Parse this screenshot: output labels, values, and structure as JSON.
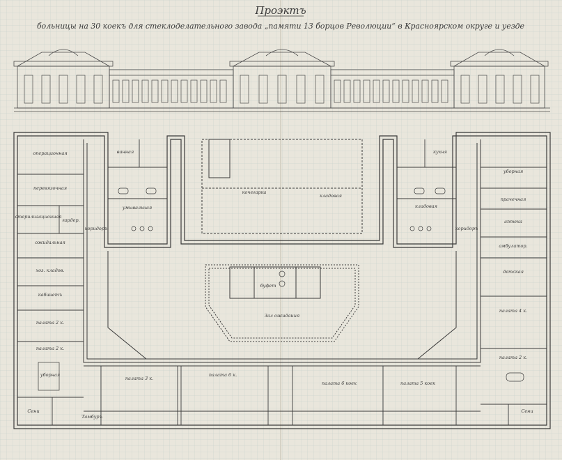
{
  "title": {
    "heading": "Проэктъ",
    "subtitle": "больницы на 30 коекъ для стеклоделательного завода „памяти 13 борцов Революции“ в Красноярском округе и уезде"
  },
  "rooms": {
    "left_wing": [
      "операционная",
      "перевязочная",
      "стерилизационная",
      "гардер.",
      "ожидальная",
      "хоз. кладов.",
      "кабинетъ",
      "палата 2 к.",
      "палата 2 к.",
      "уборная"
    ],
    "left_inner": [
      "ванная",
      "умывальная",
      "коридоръ"
    ],
    "right_wing": [
      "уборная",
      "прачечная",
      "аптека",
      "амбулатор.",
      "детская",
      "палата 4 к.",
      "палата 2 к."
    ],
    "right_inner": [
      "кухня",
      "кладовая",
      "коридоръ"
    ],
    "top_center": [
      "кочегарка",
      "кладовая"
    ],
    "center": [
      "буфет",
      "Зал ожидания"
    ],
    "bottom_row": [
      "палата 3 к.",
      "палата 6 к.",
      "палата 6 коек",
      "палата 5 коек"
    ],
    "bottom_corners": [
      "Сени",
      "Тамбуръ",
      "Сени"
    ]
  },
  "colors": {
    "paper": "#e9e6dc",
    "grid": "#b9c7c5",
    "ink": "#3a3a3a"
  }
}
